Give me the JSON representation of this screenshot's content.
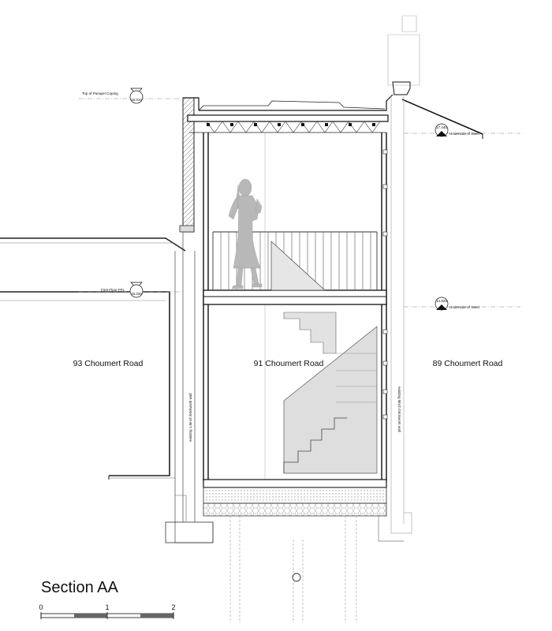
{
  "section_title": "Section AA",
  "rooms": {
    "left": "93 Choumert Road",
    "center": "91 Choumert Road",
    "right": "89 Choumert Road"
  },
  "levels": {
    "parapet": {
      "label": "Top of Parapet Coping",
      "value": "18.010"
    },
    "first_floor": {
      "label": "First Floor FFL",
      "value": "15.030"
    },
    "steel_upper": {
      "label": "Underside of Steel",
      "value": "17.440"
    },
    "steel_lower": {
      "label": "Underside of Steel",
      "value": "14.825"
    }
  },
  "wall_notes": {
    "left": "existing 1.5inch brickwork wall",
    "right": "existing 9inch brickwork wall"
  },
  "scale_bar": {
    "ticks": [
      "0",
      "1",
      "2"
    ]
  }
}
